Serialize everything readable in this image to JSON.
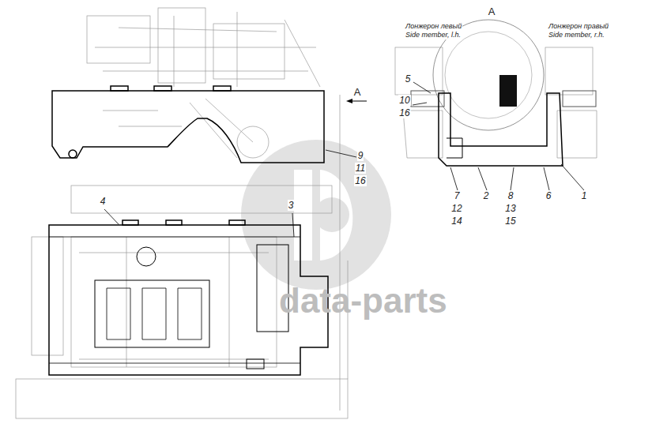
{
  "diagram": {
    "labels": [
      "A",
      "Лонжерон левый",
      "Side member, l.h.",
      "Лонжерон правый",
      "Side member, r.h.",
      "A",
      "5",
      "10",
      "16",
      "9",
      "11",
      "16",
      "7",
      "12",
      "14",
      "2",
      "8",
      "13",
      "15",
      "6",
      "1",
      "4",
      "3",
      "data-parts"
    ]
  }
}
